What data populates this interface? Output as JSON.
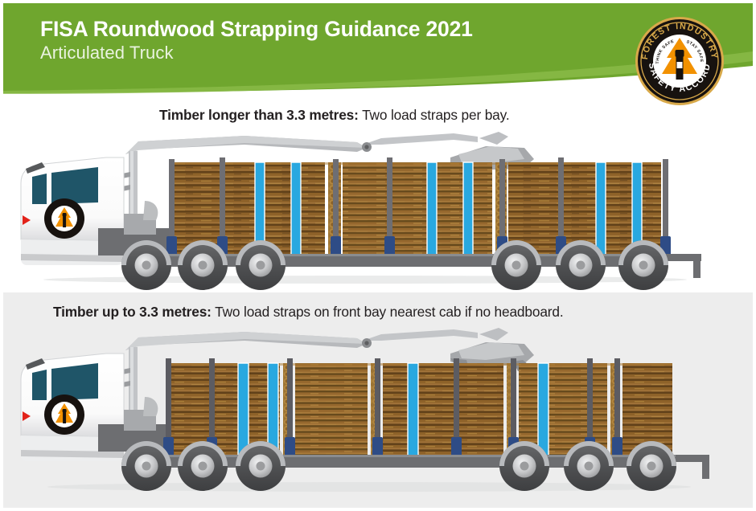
{
  "header": {
    "title": "FISA Roundwood Strapping Guidance 2021",
    "subtitle": "Articulated Truck",
    "green": "#6FA62E",
    "green_light": "#8CBC4B",
    "title_color": "#ffffff",
    "subtitle_color": "#eaf3e0"
  },
  "logo": {
    "name": "fisa-safety-accord-logo",
    "top_text": "FOREST INDUSTRY",
    "bottom_text": "SAFETY ACCORD",
    "inner_left_text": "THINK SAFE",
    "inner_right_text": "STAY SAFE",
    "ring_color": "#17120f",
    "gold_color": "#d8a94a",
    "tree_color": "#F29100",
    "figure_color": "#17120f",
    "face_color": "#ffffff"
  },
  "panels": {
    "top": {
      "background": "#ffffff",
      "caption_bold": "Timber longer than 3.3 metres:",
      "caption_rest": " Two load straps per bay.",
      "vehicle": "articulated-log-truck-long-timber"
    },
    "bottom": {
      "background": "#ededed",
      "caption_bold": "Timber up to 3.3 metres:",
      "caption_rest": " Two load straps on front bay nearest cab if no headboard.",
      "vehicle": "articulated-log-truck-short-timber"
    }
  },
  "colors": {
    "strap_blue": "#29A8E0",
    "stanchion_grey": "#6E6E73",
    "stanchion_base_navy": "#2E4C86",
    "log_brown_dark": "#6E4A1E",
    "log_brown_mid": "#8A5F27",
    "log_brown_light": "#A9772F",
    "log_end_pale": "#C2A16A",
    "chassis_grey": "#6D6E71",
    "tyre_grey": "#58595B",
    "hub_grey": "#C9CACC",
    "cab_white": "#FDFDFD",
    "cab_shadow": "#D7D8DA",
    "windscreen_blue": "#1F5568",
    "crane_grey": "#B0B2B5",
    "crane_dark": "#808285",
    "marker_red": "#E2231A",
    "text_dark": "#231f20"
  },
  "illustration": {
    "top_truck": {
      "strap_count": 6,
      "straps_per_bay": 2,
      "bay_count": 3,
      "axles": 6,
      "description": "Articulated log truck with long roundwood, two blue load straps per bay"
    },
    "bottom_truck": {
      "strap_count": 4,
      "bay_count": 5,
      "axles": 6,
      "description": "Articulated log truck with short roundwood, two straps on front bay and single straps aft"
    }
  }
}
